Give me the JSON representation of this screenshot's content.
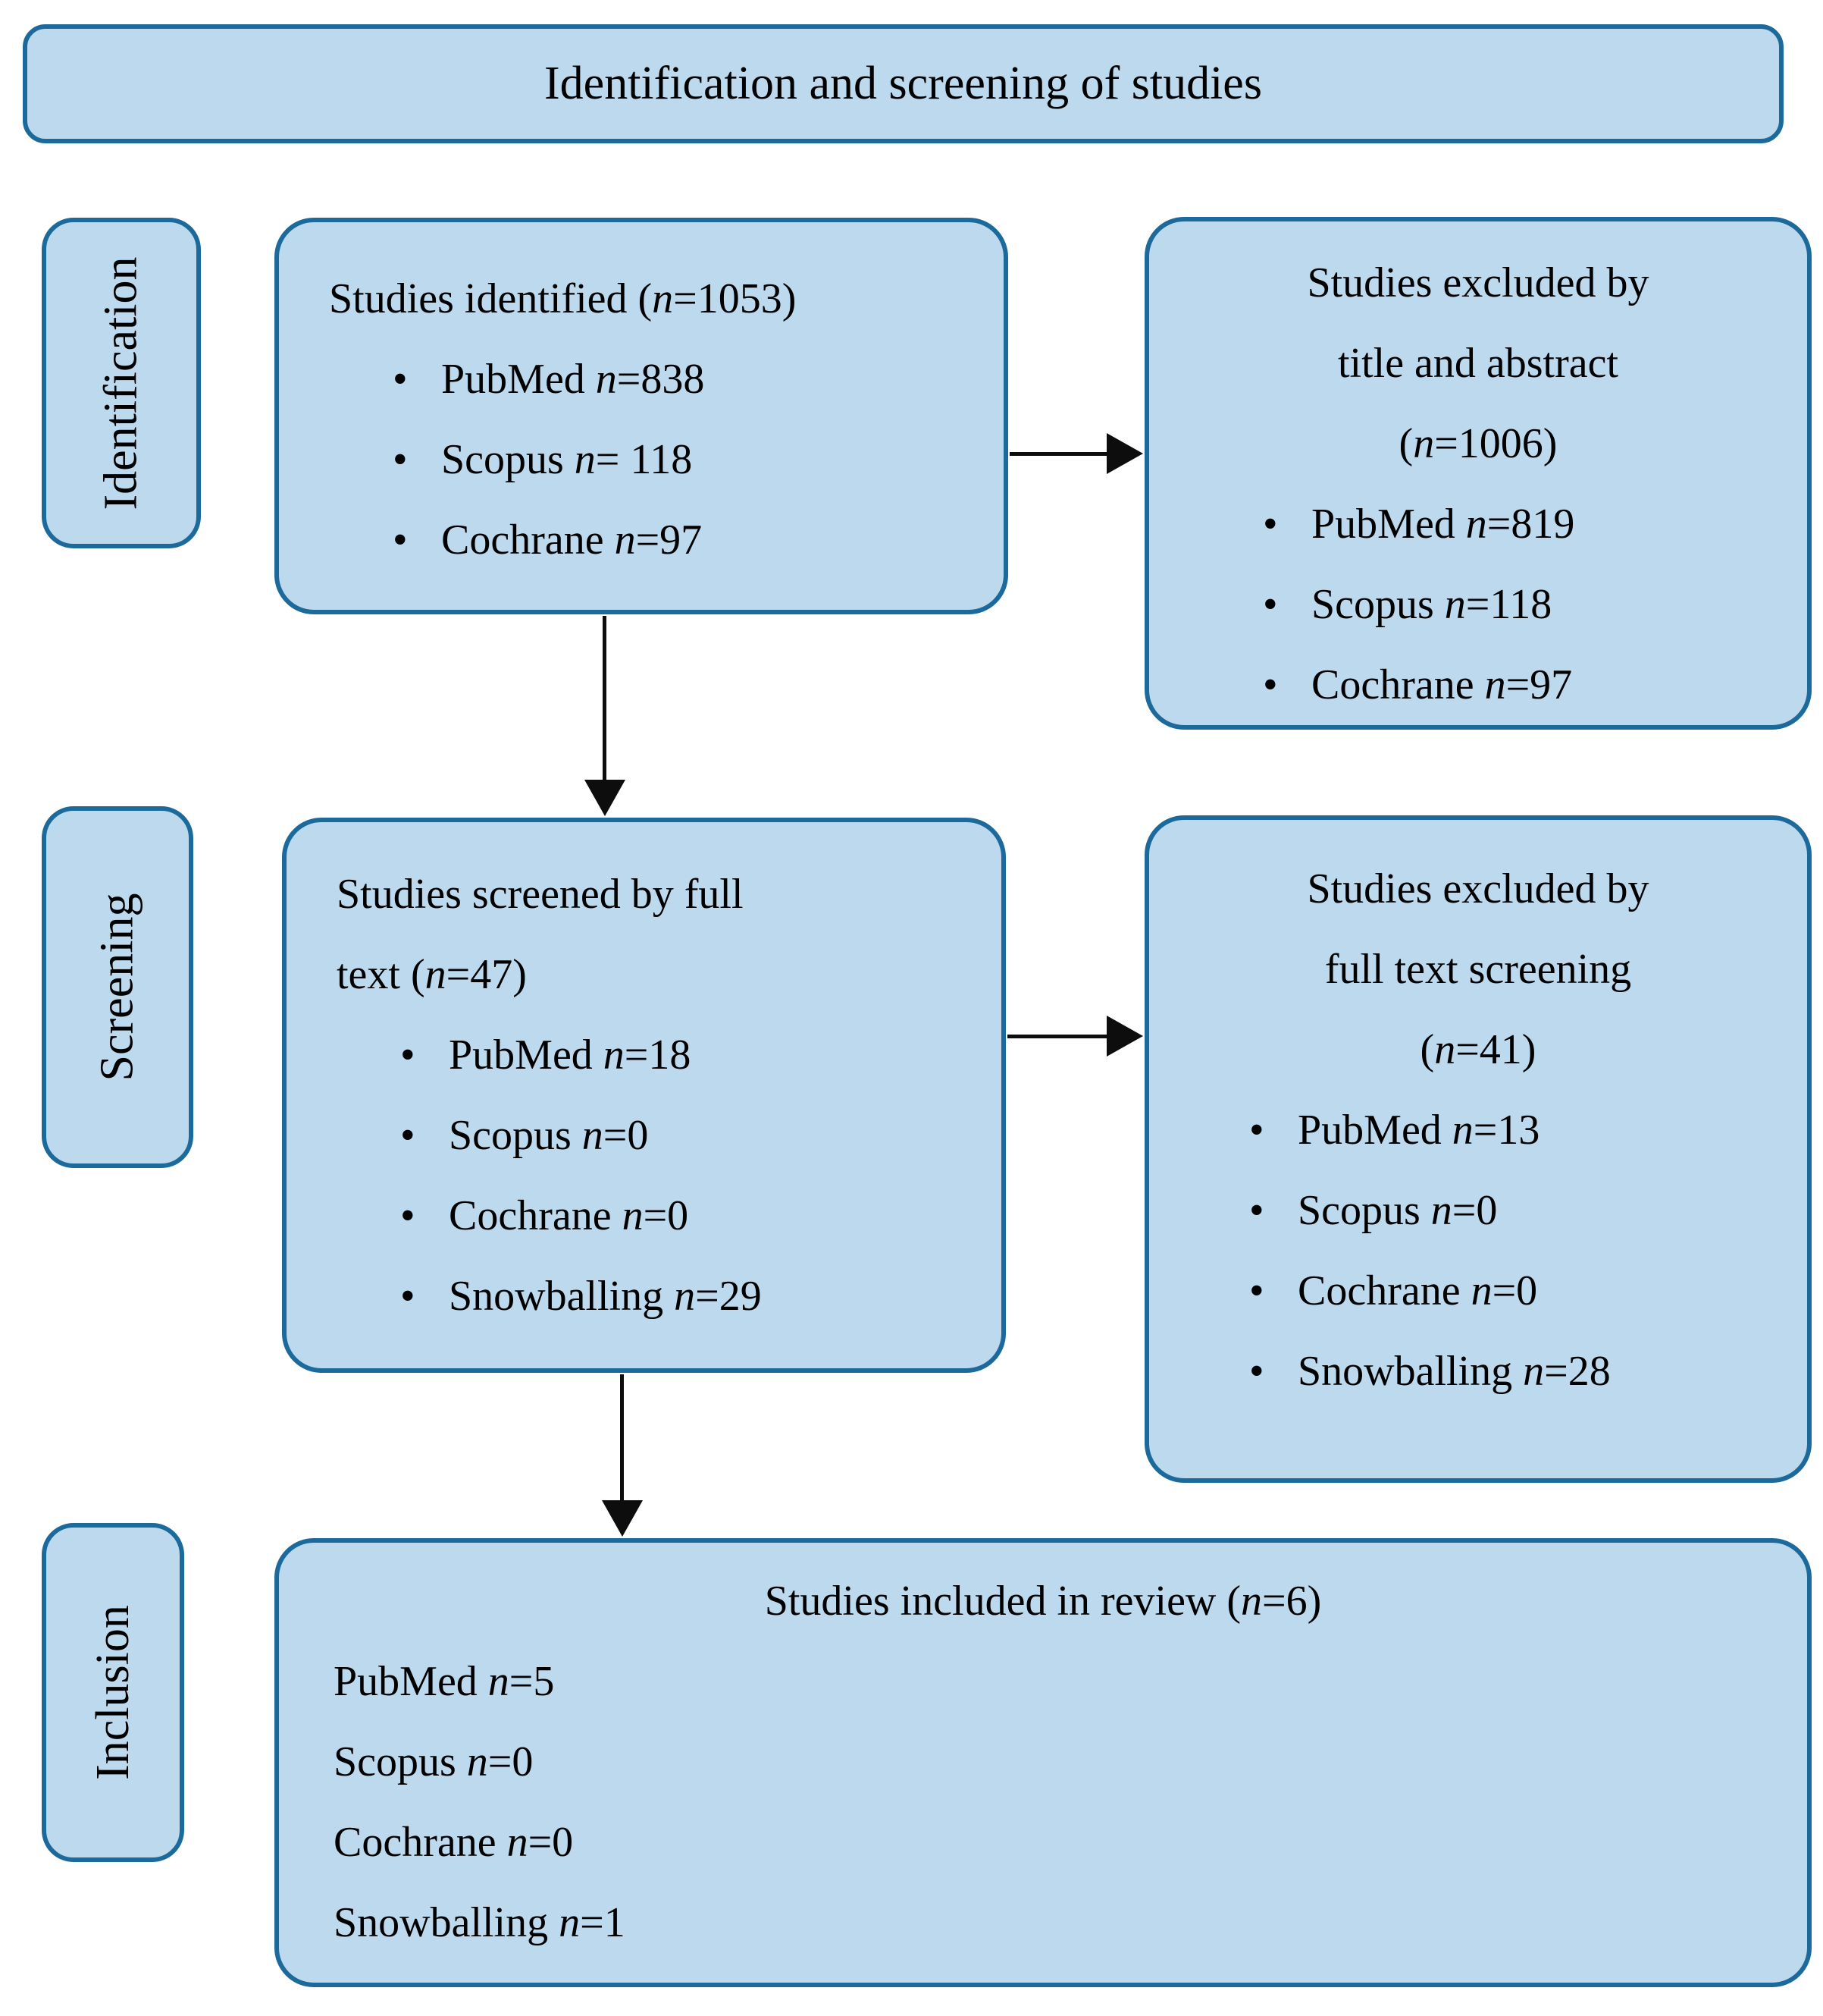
{
  "title": "Identification and screening of studies",
  "bullet": "•",
  "colors": {
    "box_fill": "#bdd9ee",
    "box_border": "#1c6a9b",
    "arrow": "#0d0d0d",
    "text": "#000000"
  },
  "stage_labels": [
    {
      "label": "Identification"
    },
    {
      "label": "Screening"
    },
    {
      "label": "Inclusion"
    }
  ],
  "boxes": {
    "identified": {
      "title": {
        "pre": "Studies identified (",
        "n": "n",
        "post": "=1053)"
      },
      "items": [
        {
          "pre": "PubMed ",
          "n": "n",
          "post": "=838"
        },
        {
          "pre": "Scopus ",
          "n": "n",
          "post": "= 118"
        },
        {
          "pre": "Cochrane ",
          "n": "n",
          "post": "=97"
        }
      ]
    },
    "excluded_title_abstract": {
      "title_line_1": "Studies excluded by",
      "title_line_2": "title and abstract",
      "count": {
        "pre": "(",
        "n": "n",
        "post": "=1006)"
      },
      "items": [
        {
          "pre": "PubMed ",
          "n": "n",
          "post": "=819"
        },
        {
          "pre": "Scopus ",
          "n": "n",
          "post": "=118"
        },
        {
          "pre": "Cochrane ",
          "n": "n",
          "post": "=97"
        }
      ]
    },
    "screened_full_text": {
      "title_line_1": "Studies screened by full",
      "title_line_2": {
        "pre": "text (",
        "n": "n",
        "post": "=47)"
      },
      "items": [
        {
          "pre": "PubMed ",
          "n": "n",
          "post": "=18"
        },
        {
          "pre": "Scopus ",
          "n": "n",
          "post": "=0"
        },
        {
          "pre": "Cochrane ",
          "n": "n",
          "post": "=0"
        },
        {
          "pre": "Snowballing ",
          "n": "n",
          "post": "=29"
        }
      ]
    },
    "excluded_full_text": {
      "title_line_1": "Studies excluded by",
      "title_line_2": "full text screening",
      "count": {
        "pre": "(",
        "n": "n",
        "post": "=41)"
      },
      "items": [
        {
          "pre": "PubMed ",
          "n": "n",
          "post": "=13"
        },
        {
          "pre": "Scopus ",
          "n": "n",
          "post": "=0"
        },
        {
          "pre": "Cochrane ",
          "n": "n",
          "post": "=0"
        },
        {
          "pre": "Snowballing ",
          "n": "n",
          "post": "=28"
        }
      ]
    },
    "included": {
      "title": {
        "pre": "Studies included in review (",
        "n": "n",
        "post": "=6)"
      },
      "items": [
        {
          "pre": "PubMed ",
          "n": "n",
          "post": "=5"
        },
        {
          "pre": "Scopus ",
          "n": "n",
          "post": "=0"
        },
        {
          "pre": "Cochrane ",
          "n": "n",
          "post": "=0"
        },
        {
          "pre": "Snowballing ",
          "n": "n",
          "post": "=1"
        }
      ]
    }
  }
}
